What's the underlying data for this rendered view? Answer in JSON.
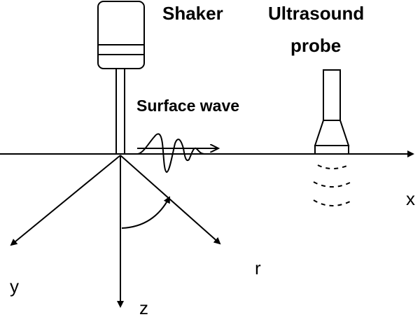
{
  "labels": {
    "shaker": "Shaker",
    "ultrasound_line1": "Ultrasound",
    "ultrasound_line2": "probe",
    "surface_wave": "Surface wave"
  },
  "axes": {
    "x": "x",
    "y": "y",
    "z": "z",
    "r": "r"
  },
  "colors": {
    "stroke": "#000000",
    "background": "#ffffff"
  }
}
